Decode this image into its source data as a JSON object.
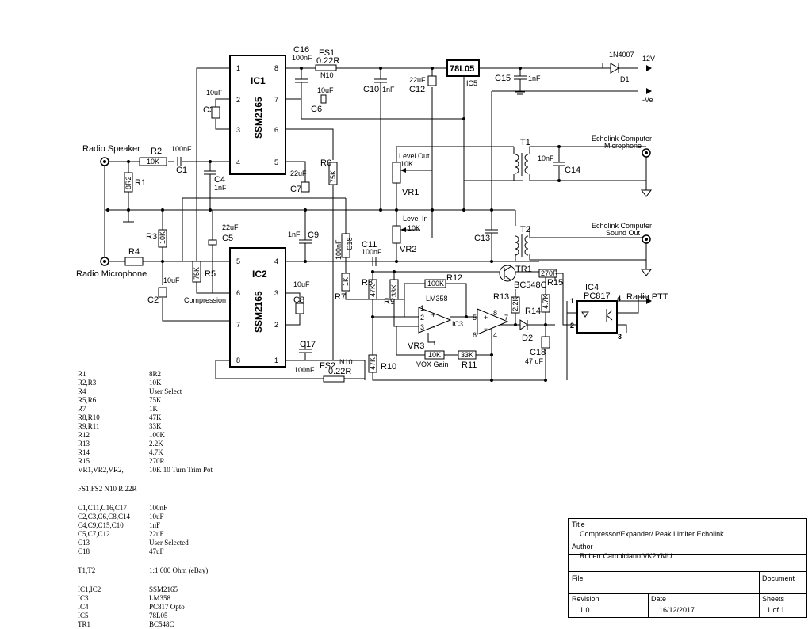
{
  "components": {
    "ic1": {
      "ref": "IC1",
      "part": "SSM2165",
      "pins": [
        "1",
        "2",
        "3",
        "4",
        "5",
        "6",
        "7",
        "8"
      ]
    },
    "ic2": {
      "ref": "IC2",
      "part": "SSM2165",
      "pins": [
        "1",
        "2",
        "3",
        "4",
        "5",
        "6",
        "7",
        "8"
      ]
    },
    "ic3": {
      "ref": "IC3",
      "part": "LM358",
      "pins": [
        "1",
        "2",
        "3",
        "5",
        "6",
        "7",
        "8",
        "4"
      ]
    },
    "ic4": {
      "ref": "IC4",
      "part": "PC817",
      "pins": [
        "1",
        "2",
        "3",
        "4"
      ]
    },
    "ic5": {
      "ref": "IC5",
      "part": "78L05"
    },
    "r1": {
      "ref": "R1",
      "value": "8R2"
    },
    "r2": {
      "ref": "R2",
      "value": "10K"
    },
    "r3": {
      "ref": "R3",
      "value": "10K"
    },
    "r4": {
      "ref": "R4"
    },
    "r5": {
      "ref": "R5",
      "value": "75K"
    },
    "r6": {
      "ref": "R6",
      "value": "75K"
    },
    "r7": {
      "ref": "R7",
      "value": "1K"
    },
    "r8": {
      "ref": "R8",
      "value": "47K"
    },
    "r9": {
      "ref": "R9",
      "value": "33K"
    },
    "r10": {
      "ref": "R10",
      "value": "47K"
    },
    "r11": {
      "ref": "R11",
      "value": "33K"
    },
    "r12": {
      "ref": "R12",
      "value": "100K"
    },
    "r13": {
      "ref": "R13",
      "value": "2.2K"
    },
    "r14": {
      "ref": "R14",
      "value": "4.7K"
    },
    "r15": {
      "ref": "R15",
      "value": "270R"
    },
    "vr1": {
      "ref": "VR1",
      "value": "10K",
      "label": "Level Out"
    },
    "vr2": {
      "ref": "VR2",
      "value": "10K",
      "label": "Level In"
    },
    "vr3": {
      "ref": "VR3",
      "value": "10K",
      "label": "VOX Gain"
    },
    "c1": {
      "ref": "C1",
      "value": "100nF"
    },
    "c2": {
      "ref": "C2",
      "value": "10uF"
    },
    "c3": {
      "ref": "C3",
      "value": "10uF"
    },
    "c4": {
      "ref": "C4",
      "value": "1nF"
    },
    "c5": {
      "ref": "C5",
      "value": "22uF"
    },
    "c6": {
      "ref": "C6",
      "value": "10uF"
    },
    "c7": {
      "ref": "C7",
      "value": "22uF"
    },
    "c8": {
      "ref": "C8",
      "value": "10uF"
    },
    "c9": {
      "ref": "C9",
      "value": "1nF"
    },
    "c10": {
      "ref": "C10",
      "value": "1nF"
    },
    "c11": {
      "ref": "C11",
      "value": "100nF"
    },
    "c12": {
      "ref": "C12",
      "value": "22uF"
    },
    "c13": {
      "ref": "C13"
    },
    "c14": {
      "ref": "C14",
      "value": "10nF"
    },
    "c15": {
      "ref": "C15",
      "value": "1nF"
    },
    "c16": {
      "ref": "C16",
      "value": "100nF"
    },
    "c17": {
      "ref": "C17",
      "value": "100nF"
    },
    "c18": {
      "ref": "C18",
      "value": "47 uF"
    },
    "c18b": {
      "ref": "C18",
      "value": "100nF"
    },
    "fs1": {
      "ref": "FS1",
      "value": "0.22R",
      "type": "N10"
    },
    "fs2": {
      "ref": "FS2",
      "value": "0.22R",
      "type": "N10"
    },
    "t1": {
      "ref": "T1"
    },
    "t2": {
      "ref": "T2"
    },
    "tr1": {
      "ref": "TR1",
      "part": "BC548C"
    },
    "d1": {
      "ref": "D1",
      "part": "1N4007"
    },
    "d2": {
      "ref": "D2"
    }
  },
  "labels": {
    "radio_speaker": "Radio Speaker",
    "radio_microphone": "Radio Microphone",
    "echolink_mic_1": "Echolink Computer",
    "echolink_mic_2": "Microphone",
    "echolink_sound_1": "Echolink Computer",
    "echolink_sound_2": "Sound Out",
    "radio_ptt": "Radio PTT",
    "supply_12v": "12V",
    "supply_neg": "-Ve",
    "compression": "Compression"
  },
  "bom": [
    {
      "ref": "R1",
      "value": "8R2"
    },
    {
      "ref": "R2,R3",
      "value": "10K"
    },
    {
      "ref": "R4",
      "value": "User Select"
    },
    {
      "ref": "R5,R6",
      "value": "75K"
    },
    {
      "ref": "R7",
      "value": "1K"
    },
    {
      "ref": "R8,R10",
      "value": "47K"
    },
    {
      "ref": "R9,R11",
      "value": "33K"
    },
    {
      "ref": "R12",
      "value": "100K"
    },
    {
      "ref": "R13",
      "value": "2.2K"
    },
    {
      "ref": "R14",
      "value": "4.7K"
    },
    {
      "ref": "R15",
      "value": "270R"
    },
    {
      "ref": "VR1,VR2,VR2,",
      "value": "10K  10 Turn Trim Pot"
    },
    {
      "gap": true
    },
    {
      "ref": "FS1,FS2  N10 R.22R",
      "value": ""
    },
    {
      "gap": true
    },
    {
      "ref": "C1,C11,C16,C17",
      "value": "100nF"
    },
    {
      "ref": "C2,C3,C6,C8,C14",
      "value": "10uF"
    },
    {
      "ref": "C4,C9,C15,C10",
      "value": "1nF"
    },
    {
      "ref": "C5,C7,C12",
      "value": "22uF"
    },
    {
      "ref": "C13",
      "value": "User Selected"
    },
    {
      "ref": "C18",
      "value": "47uF"
    },
    {
      "gap": true
    },
    {
      "ref": "T1,T2",
      "value": "1:1 600 Ohm   (eBay)"
    },
    {
      "gap": true
    },
    {
      "ref": "IC1,IC2",
      "value": "SSM2165"
    },
    {
      "ref": "IC3",
      "value": "LM358"
    },
    {
      "ref": "IC4",
      "value": "PC817 Opto"
    },
    {
      "ref": "IC5",
      "value": "78L05"
    },
    {
      "ref": "TR1",
      "value": "BC548C"
    }
  ],
  "title_block": {
    "title_label": "Title",
    "title": "Compressor/Expander/ Peak Limiter Echolink",
    "author_label": "Author",
    "author": "Robert Campiciano VK2YMU",
    "file_label": "File",
    "document_label": "Document",
    "revision_label": "Revision",
    "revision": "1.0",
    "date_label": "Date",
    "date": "16/12/2017",
    "sheets_label": "Sheets",
    "sheets": "1 of 1"
  }
}
